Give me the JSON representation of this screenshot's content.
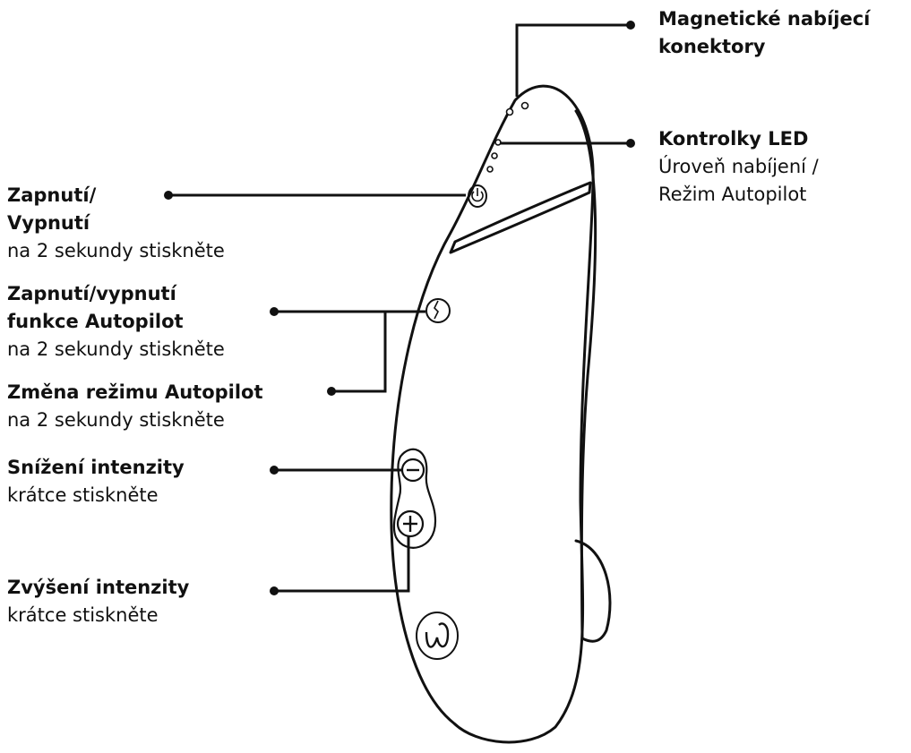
{
  "labels": {
    "charging": {
      "title_line1": "Magnetické nabíjecí",
      "title_line2": "konektory"
    },
    "led": {
      "title": "Kontrolky LED",
      "sub_line1": "Úroveň nabíjení /",
      "sub_line2": "Režim Autopilot"
    },
    "power": {
      "title_line1": "Zapnutí/",
      "title_line2": "Vypnutí",
      "sub": "na 2 sekundy stiskněte"
    },
    "autopilot_toggle": {
      "title_line1": "Zapnutí/vypnutí",
      "title_line2": "funkce Autopilot",
      "sub": "na 2 sekundy stiskněte"
    },
    "autopilot_mode": {
      "title": "Změna režimu Autopilot",
      "sub": "na 2 sekundy stiskněte"
    },
    "intensity_down": {
      "title": "Snížení intenzity",
      "sub": "krátce stiskněte"
    },
    "intensity_up": {
      "title": "Zvýšení intenzity",
      "sub": "krátce stiskněte"
    }
  },
  "colors": {
    "ink": "#111111",
    "background": "#ffffff"
  }
}
